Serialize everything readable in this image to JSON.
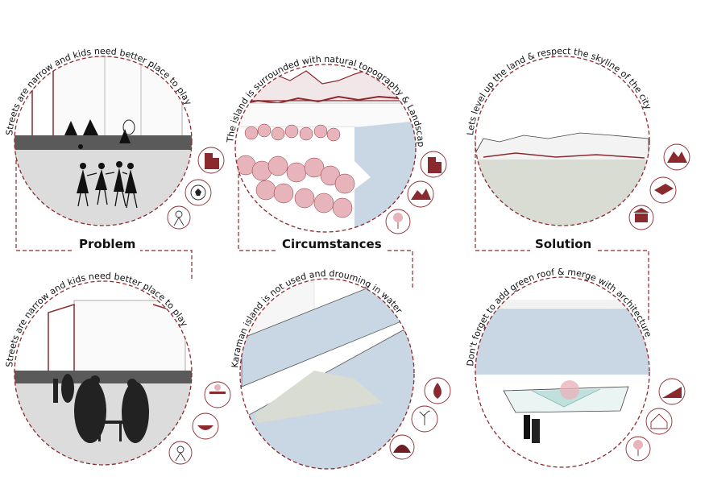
{
  "panels": [
    {
      "caption": "Streets are narrow and kids need better place to play",
      "heading": "Problem"
    },
    {
      "caption": "The island is surrounded with natural topography & Landscape",
      "heading": "Circumstances"
    },
    {
      "caption": "Lets level up the land & respect the skyline of the city",
      "heading": "Solution"
    },
    {
      "caption": "Streets are narrow and kids need better place to play"
    },
    {
      "caption": "Karaman island is not used and drouming in water"
    },
    {
      "caption": "Don't forget to add green roof & merge with architecture"
    }
  ],
  "icons": {
    "p1": [
      "building-icon",
      "soccer-ball-icon",
      "child-icon"
    ],
    "p2": [
      "building-icon",
      "mountain-icon",
      "tree-icon"
    ],
    "p3": [
      "mountain-icon",
      "land-slab-icon",
      "museum-icon"
    ],
    "p4": [
      "picnic-table-icon",
      "food-bowl-icon",
      "child-icon"
    ],
    "p5": [
      "water-drop-icon",
      "sprout-icon",
      "soil-pile-icon"
    ],
    "p6": [
      "slope-icon",
      "green-house-icon",
      "tree-icon"
    ]
  },
  "colors": {
    "accent": "#8b2a2e",
    "water": "#c9d7e4",
    "ground": "#d8dcd3",
    "tree": "#e8b4bc"
  }
}
